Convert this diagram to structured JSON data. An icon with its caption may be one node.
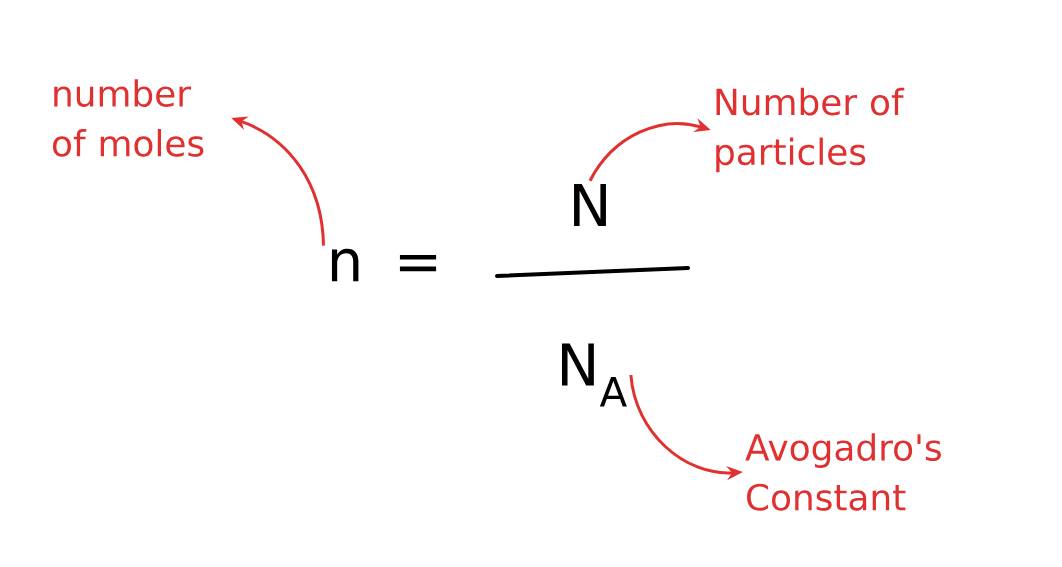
{
  "diagram": {
    "nodes": [
      {
        "text": [
          "number of moles"
        ]
      },
      {
        "text": [
          "n"
        ]
      },
      {
        "text": [
          "N"
        ]
      },
      {
        "text": [
          "Number of particles"
        ]
      },
      {
        "text": [
          "N$_{A}$"
        ]
      },
      {
        "text": [
          "Avogadro's Constant"
        ]
      }
    ],
    "edges": [
      {
        "from": 1,
        "to": 0,
        "arrow": "to"
      },
      {
        "from": 2,
        "to": 3,
        "arrow": "to"
      },
      {
        "from": 4,
        "to": 5,
        "arrow": "to"
      }
    ],
    "labels": [
      "="
    ]
  }
}
